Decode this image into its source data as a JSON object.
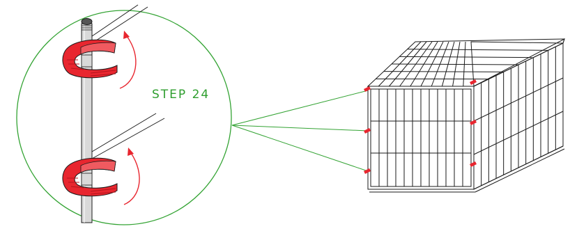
{
  "step_label": "STEP 24",
  "colors": {
    "detail_circle": "#33a333",
    "callout_lines": "#33a333",
    "step_text": "#2e9e2e",
    "clip": "#e8262f",
    "clip_dark": "#b3141c",
    "arrow": "#e8262f",
    "wire": "#1a1a1a",
    "post_fill": "#d9d9d9"
  },
  "icons": {
    "detail_view": "magnified-clip-detail",
    "clip": "c-clip",
    "rotate_arrow": "curved-rotate-arrow",
    "crate": "wire-dog-crate"
  }
}
